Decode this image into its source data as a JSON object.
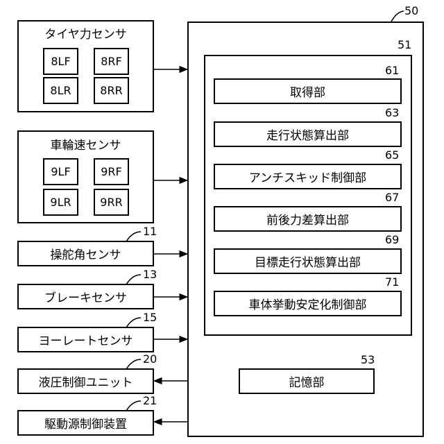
{
  "sensors": {
    "tire_force": {
      "title": "タイヤ力センサ",
      "cells": [
        "8LF",
        "8RF",
        "8LR",
        "8RR"
      ]
    },
    "wheel_speed": {
      "title": "車輪速センサ",
      "cells": [
        "9LF",
        "9RF",
        "9LR",
        "9RR"
      ]
    },
    "steering": {
      "label": "操舵角センサ",
      "ref": "11"
    },
    "brake": {
      "label": "ブレーキセンサ",
      "ref": "13"
    },
    "yaw": {
      "label": "ヨーレートセンサ",
      "ref": "15"
    }
  },
  "outputs": {
    "hydraulic": {
      "label": "液圧制御ユニット",
      "ref": "20"
    },
    "drive": {
      "label": "駆動源制御装置",
      "ref": "21"
    }
  },
  "controller": {
    "ref": "50",
    "processor": {
      "ref": "51",
      "blocks": [
        {
          "label": "取得部",
          "ref": "61"
        },
        {
          "label": "走行状態算出部",
          "ref": "63"
        },
        {
          "label": "アンチスキッド制御部",
          "ref": "65"
        },
        {
          "label": "前後力差算出部",
          "ref": "67"
        },
        {
          "label": "目標走行状態算出部",
          "ref": "69"
        },
        {
          "label": "車体挙動安定化制御部",
          "ref": "71"
        }
      ]
    },
    "memory": {
      "label": "記憶部",
      "ref": "53"
    }
  }
}
